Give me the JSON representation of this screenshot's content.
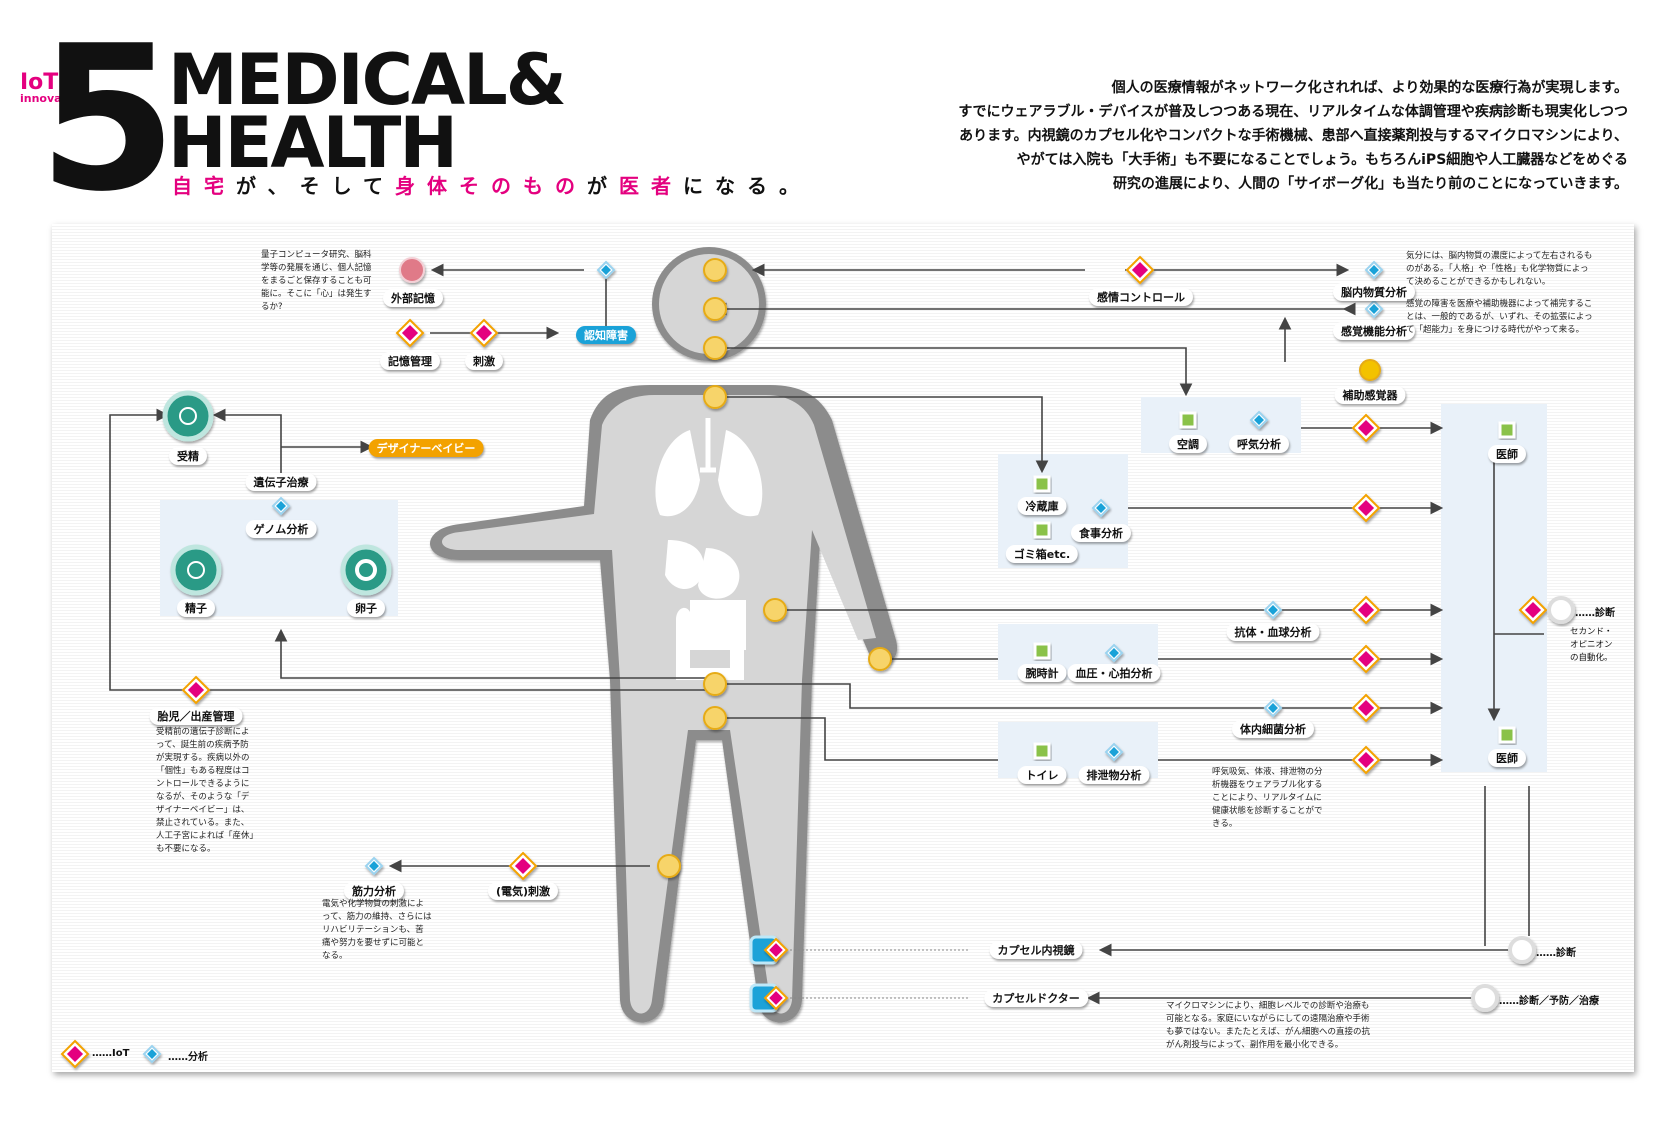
{
  "header": {
    "iot": "IoT",
    "innovation": "innovation",
    "number": "5",
    "title_line1": "MEDICAL&",
    "title_line2": "HEALTH",
    "tagline_parts": [
      {
        "text": "自宅",
        "pink": true
      },
      {
        "text": "が、そして",
        "pink": false
      },
      {
        "text": "身体そのもの",
        "pink": true
      },
      {
        "text": "が",
        "pink": false
      },
      {
        "text": "医者",
        "pink": true
      },
      {
        "text": "になる。",
        "pink": false
      }
    ]
  },
  "intro": [
    "個人の医療情報がネットワーク化されれば、より効果的な医療行為が実現します。",
    "すでにウェアラブル・デバイスが普及しつつある現在、リアルタイムな体調管理や疾病診断も現実化しつつ",
    "あります。内視鏡のカプセル化やコンパクトな手術機械、患部へ直接薬剤投与するマイクロマシンにより、",
    "やがては入院も「大手術」も不要になることでしょう。もちろんiPS細胞や人工臓器などをめぐる",
    "研究の進展により、人間の「サイボーグ化」も当たり前のことになっていきます。"
  ],
  "labels": {
    "external_memory": "外部記憶",
    "memory_mgmt": "記憶管理",
    "stimulus": "刺激",
    "dementia": "認知障害",
    "emotion_control": "感情コントロール",
    "brain_chem": "脳内物質分析",
    "sense_func": "感覚機能分析",
    "hearing_aid": "補助感覚器",
    "fertilization": "受精",
    "designer_baby": "デザイナーベイビー",
    "gene_therapy": "遺伝子治療",
    "genome": "ゲノム分析",
    "sperm": "精子",
    "egg": "卵子",
    "fetal": "胎児／出産管理",
    "aircon": "空調",
    "breath": "呼気分析",
    "fridge": "冷蔵庫",
    "meal": "食事分析",
    "trash": "ゴミ箱etc.",
    "antibody": "抗体・血球分析",
    "watch": "腕時計",
    "bp": "血圧・心拍分析",
    "bacteria": "体内細菌分析",
    "toilet": "トイレ",
    "excretion": "排泄物分析",
    "doctor1": "医師",
    "doctor2": "医師",
    "diagnosis": "……診断",
    "second_opinion": "セカンド・オピニオンの自動化。",
    "muscle": "筋力分析",
    "electric": "(電気)刺激",
    "capsule_endo": "カプセル内視鏡",
    "capsule_doctor": "カプセルドクター",
    "diag2": "……診断",
    "diag3": "……診断／予防／治療",
    "legend_iot": "……IoT",
    "legend_analysis": "……分析"
  },
  "notes": {
    "quantum": "量子コンピュータ研究、脳科学等の発展を通じ、個人記憶をまるごと保存することも可能に。そこに「心」は発生するか?",
    "mood": "気分には、脳内物質の濃度によって左右されるものがある。「人格」や「性格」も化学物質によって決めることができるかもしれない。",
    "sense": "感覚の障害を医療や補助機器によって補完することは、一般的であるが、いずれ、その拡張によって「超能力」を身につける時代がやって来る。",
    "fetal": "受精前の遺伝子診断によって、誕生前の疾病予防が実現する。疾病以外の「個性」もある程度はコントロールできるようになるが、そのような「デザイナーベイビー」は、禁止されている。また、人工子宮によれば「産休」も不要になる。",
    "muscle": "電気や化学物質の刺激によって、筋力の維持、さらにはリハビリテーションも、苦痛や努力を要せずに可能となる。",
    "breath": "呼気吸気、体液、排泄物の分析機器をウェアラブル化することにより、リアルタイムに健康状態を診断することができる。",
    "micro": "マイクロマシンにより、細胞レベルでの診断や治療も可能となる。家庭にいながらにしての遠隔治療や手術も夢ではない。またたとえば、がん細胞への直接の抗がん剤投与によって、副作用を最小化できる。"
  },
  "colors": {
    "iot_pink": "#e4007f",
    "analysis_blue": "#1aa2d8",
    "node_yellow": "#f7d46a",
    "body_gray": "#8c8c8c"
  }
}
